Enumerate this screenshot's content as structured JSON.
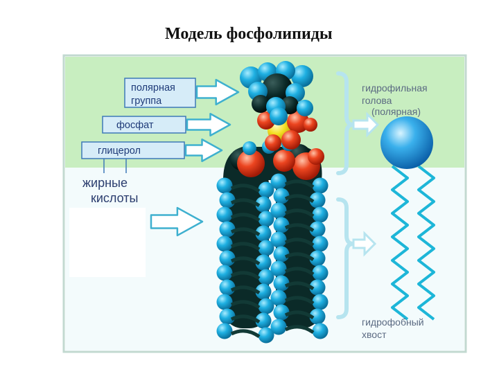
{
  "title": "Модель фосфолипиды",
  "labels": {
    "polar_group_line1": "полярная",
    "polar_group_line2": "группа",
    "phosphate": "фосфат",
    "glycerol": "глицерол",
    "fatty_acids_line1": "жирные",
    "fatty_acids_line2": "кислоты",
    "hydrophilic_line1": "гидрофильная",
    "hydrophilic_line2": "голова",
    "hydrophilic_line3": "(полярная)",
    "hydrophobic_line1": "гидрофобный",
    "hydrophobic_line2": "хвост"
  },
  "colors": {
    "head_zone": "#c8eec0",
    "tail_zone": "#f2fbfc",
    "frame": "#c2d9d0",
    "label_box": "#d6ecf8",
    "label_box_border": "#3d78b8",
    "arrow_fill": "#ffffff",
    "arrow_stroke": "#3eb0cf",
    "atom_blue": "#16a2d6",
    "atom_dark": "#0a2b2a",
    "atom_red": "#e23a1c",
    "atom_yellow": "#f2dc20",
    "head_sphere": "#1a93dc",
    "tail_zigzag": "#1db6d8",
    "bracket": "#b6e4ef"
  }
}
